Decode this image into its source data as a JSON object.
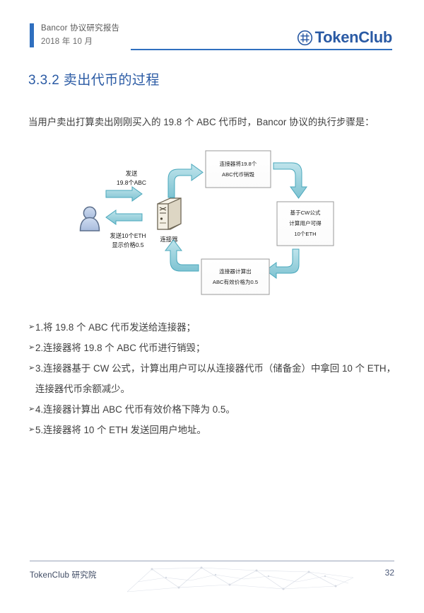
{
  "header": {
    "report_title": "Bancor 协议研究报告",
    "report_date": "2018 年 10 月",
    "logo_text": "TokenClub",
    "logo_icon": "hash-circle-icon",
    "accent_color": "#2f6fbf"
  },
  "section": {
    "number": "3.3.2",
    "heading": "3.3.2  卖出代币的过程",
    "title_color": "#2a5aa4"
  },
  "intro": {
    "paragraph": "当用户卖出打算卖出刚刚买入的 19.8 个 ABC 代币时，Bancor 协议的执行步骤是："
  },
  "diagram": {
    "user_icon": "user-avatar-icon",
    "connector_icon": "server-tower-icon",
    "connector_label": "连接器",
    "arrow_fill": "#9fd4de",
    "arrow_stroke": "#4aa8bc",
    "labels": {
      "send_line1": "发送",
      "send_line2": "19.8个ABC",
      "receive_line1": "发送10个ETH",
      "receive_line2": "显示价格0.5"
    },
    "boxes": [
      {
        "id": "burn",
        "line1": "连接器将19.8个",
        "line2": "ABC代币销毁"
      },
      {
        "id": "cw-formula",
        "line1": "基于CW公式",
        "line2": "计算用户可得",
        "line3": "10个ETH"
      },
      {
        "id": "price",
        "line1": "连接器计算出",
        "line2": "ABC有效价格为0.5"
      }
    ]
  },
  "steps": {
    "bullet": "➢",
    "items": [
      {
        "num": "1.",
        "text": "将 19.8 个 ABC 代币发送给连接器；"
      },
      {
        "num": "2.",
        "text": "连接器将 19.8 个 ABC 代币进行销毁；"
      },
      {
        "num": "3.",
        "text": "连接器基于 CW 公式，计算出用户可以从连接器代币（储备金）中拿回 10 个 ETH，连接器代币余额减少。"
      },
      {
        "num": "4.",
        "text": "连接器计算出 ABC 代币有效价格下降为 0.5。"
      },
      {
        "num": "5.",
        "text": "连接器将 10 个 ETH 发送回用户地址。"
      }
    ]
  },
  "footer": {
    "institute": "TokenClub 研究院",
    "page_number": "32",
    "decoration": "network-constellation-graphic"
  }
}
